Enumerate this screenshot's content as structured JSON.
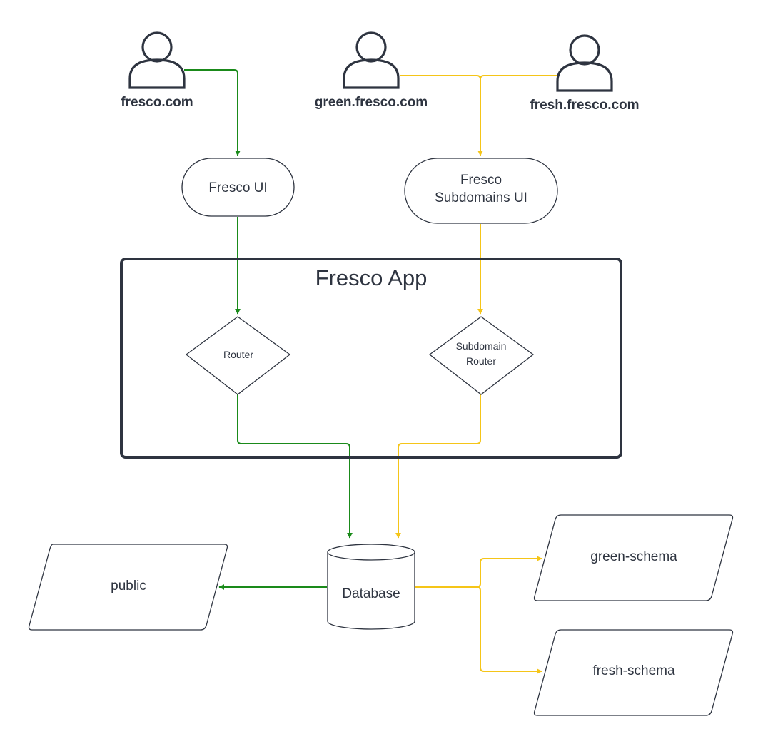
{
  "colors": {
    "green": "#1a8a1a",
    "yellow": "#f5c518",
    "outline": "#2e3440",
    "background": "#ffffff"
  },
  "users": [
    {
      "label": "fresco.com",
      "icon": "user-icon"
    },
    {
      "label": "green.fresco.com",
      "icon": "user-icon"
    },
    {
      "label": "fresh.fresco.com",
      "icon": "user-icon"
    }
  ],
  "nodes": {
    "fresco_ui": "Fresco UI",
    "subdomains_ui": [
      "Fresco",
      "Subdomains UI"
    ],
    "app_title": "Fresco App",
    "router": "Router",
    "subdomain_router": [
      "Subdomain",
      "Router"
    ],
    "database": "Database",
    "public": "public",
    "green_schema": "green-schema",
    "fresh_schema": "fresh-schema"
  }
}
